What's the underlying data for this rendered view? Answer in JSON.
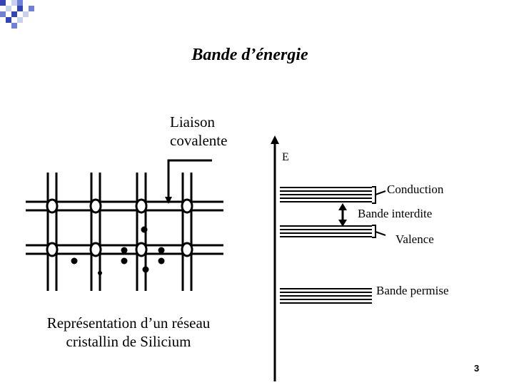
{
  "slide": {
    "title": "Bande d’énergie",
    "page_number": "3",
    "accent_color": "#3333aa",
    "corner_colors": [
      "#c8d0f0",
      "#7080d8",
      "#3344bb"
    ]
  },
  "lattice": {
    "annotation_line1": "Liaison",
    "annotation_line2": "covalente",
    "caption_line1": "Représentation d’un réseau",
    "caption_line2": "cristallin de Silicium"
  },
  "energy": {
    "axis_label": "E",
    "conduction_label": "Conduction",
    "gap_label": "Bande interdite",
    "valence_label": "Valence",
    "allowed_label": "Bande permise"
  }
}
